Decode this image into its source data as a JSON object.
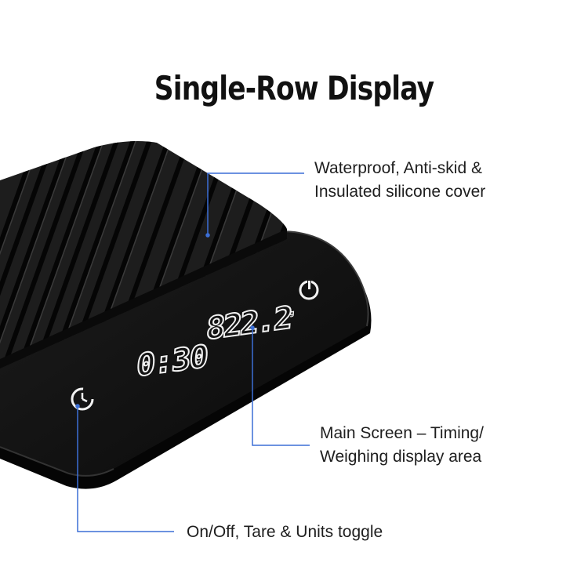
{
  "title": "Single-Row Display",
  "display": {
    "timer": "0:30",
    "timer_unit": "r",
    "weight": "822.2",
    "weight_unit": "g"
  },
  "icons": {
    "top_right": "power-icon",
    "bottom_left": "timer-icon"
  },
  "callouts": {
    "cover": {
      "line1": "Waterproof, Anti-skid &",
      "line2": "Insulated silicone cover"
    },
    "screen": {
      "line1": "Main Screen – Timing/",
      "line2": "Weighing display area"
    },
    "button": {
      "line1": "On/Off, Tare & Units toggle"
    }
  },
  "colors": {
    "leader_line": "#3c6fd6",
    "display_glow": "#f2f2f2",
    "scale_body": "#151515"
  }
}
